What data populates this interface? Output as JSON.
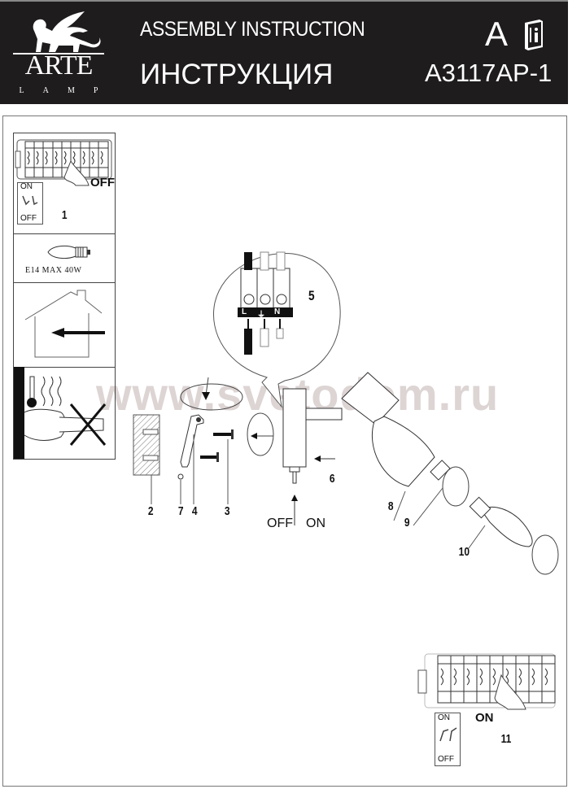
{
  "header": {
    "logo_word": "ARTE",
    "logo_sub": [
      "L",
      "A",
      "M",
      "P"
    ],
    "title_en": "ASSEMBLY INSTRUCTION",
    "title_ru": "ИНСТРУКЦИЯ",
    "category_letter": "A",
    "model": "A3117AP-1",
    "icons": [
      "winged-lion-logo-icon",
      "instruction-book-icon"
    ]
  },
  "sidebar": {
    "step1": {
      "switch_state": "OFF",
      "panel_on": "ON",
      "panel_off": "OFF",
      "step_number": "1"
    },
    "bulb": {
      "spec": "E14 MAX 40W"
    },
    "indoor_use": {
      "icon": "house-arrow-icon"
    },
    "hot_warning": {
      "icon": "do-not-touch-hot-icon"
    }
  },
  "diagram": {
    "wiring": {
      "step_number": "5",
      "terminals": [
        "L",
        "⏚",
        "N"
      ]
    },
    "parts": {
      "wall": "2",
      "screws": "3",
      "bracket": "4",
      "nut": "7",
      "body_arrow": "6",
      "shade": "8",
      "ring": "9",
      "bulb": "10"
    },
    "switch_labels": {
      "off": "OFF",
      "on": "ON"
    }
  },
  "final_step": {
    "switch_state": "ON",
    "panel_on": "ON",
    "panel_off": "OFF",
    "step_number": "11"
  },
  "watermark": "www.svetodom.ru"
}
